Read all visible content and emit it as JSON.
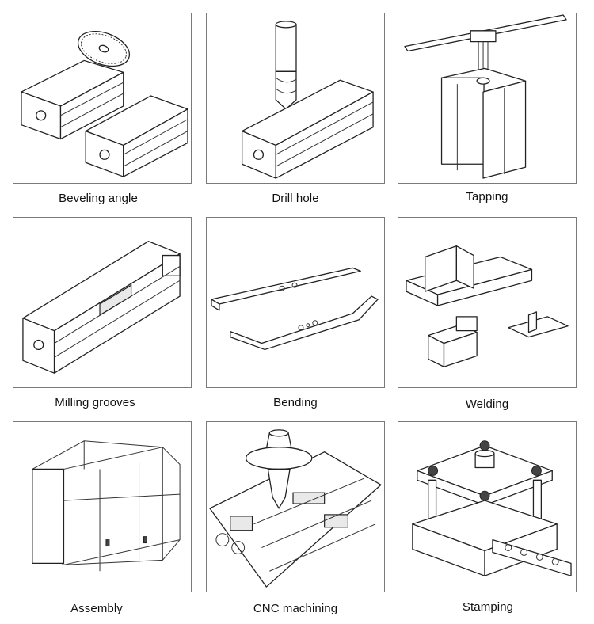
{
  "processes": [
    {
      "label": "Beveling angle",
      "icon": "beveling-illustration"
    },
    {
      "label": "Drill hole",
      "icon": "drill-illustration"
    },
    {
      "label": "Tapping",
      "icon": "tapping-illustration"
    },
    {
      "label": "Milling grooves",
      "icon": "milling-illustration"
    },
    {
      "label": "Bending",
      "icon": "bending-illustration"
    },
    {
      "label": "Welding",
      "icon": "welding-illustration"
    },
    {
      "label": "Assembly",
      "icon": "assembly-illustration"
    },
    {
      "label": "CNC machining",
      "icon": "cnc-illustration"
    },
    {
      "label": "Stamping",
      "icon": "stamping-illustration"
    }
  ]
}
